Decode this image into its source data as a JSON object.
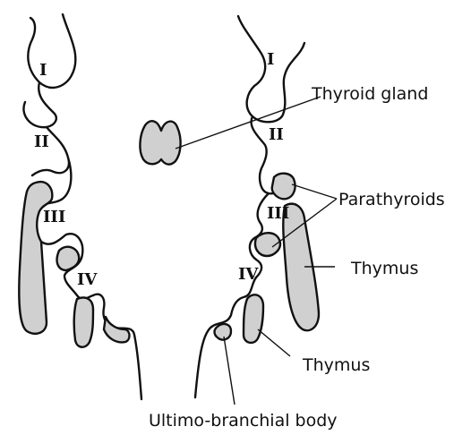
{
  "colors": {
    "tissue_fill": "#d0d0d0",
    "line": "#111111",
    "background": "#ffffff"
  },
  "pouches": {
    "left": [
      "I",
      "II",
      "III",
      "IV"
    ],
    "right": [
      "I",
      "II",
      "III",
      "IV"
    ]
  },
  "labels": {
    "thyroid": "Thyroid gland",
    "parathyroids": "Parathyroids",
    "thymus_upper": "Thymus",
    "thymus_lower": "Thymus",
    "ultimobranchial": "Ultimo-branchial body"
  }
}
